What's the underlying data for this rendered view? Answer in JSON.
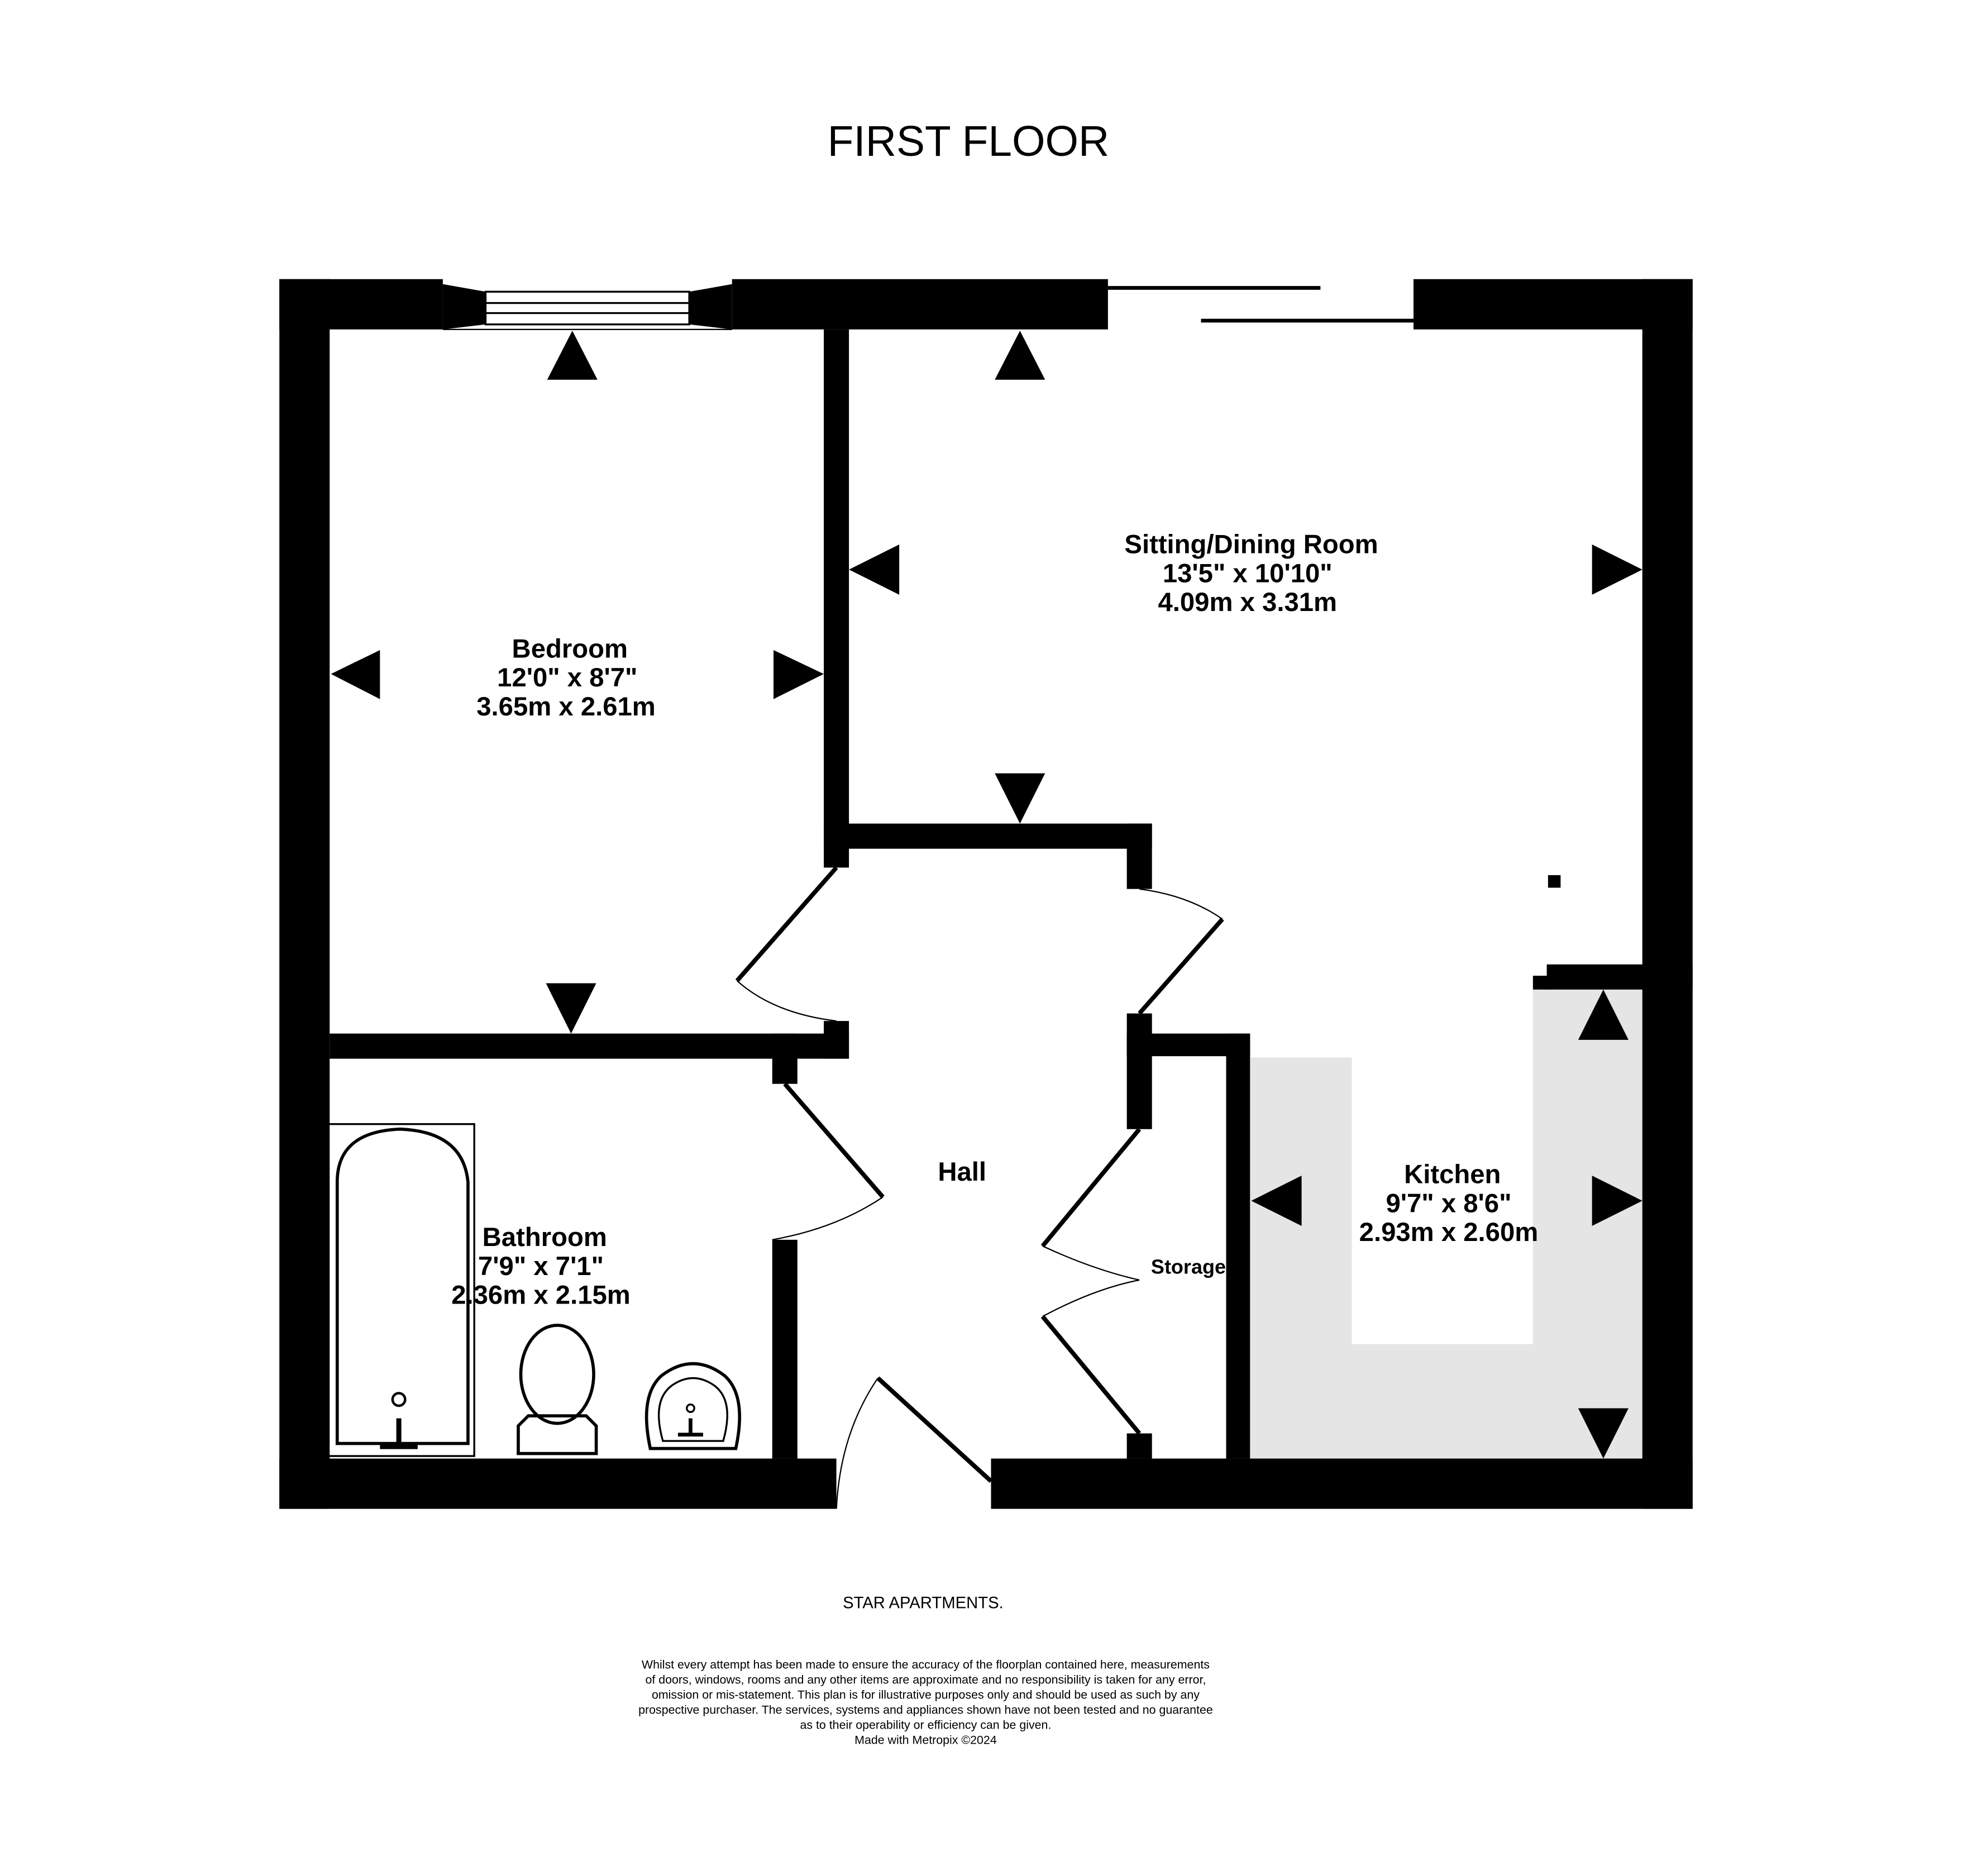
{
  "title": "FIRST FLOOR",
  "rooms": {
    "bedroom": {
      "name": "Bedroom",
      "imperial": "12'0\"  x 8'7\"",
      "metric": "3.65m  x 2.61m"
    },
    "sitting": {
      "name": "Sitting/Dining Room",
      "imperial": "13'5\"  x 10'10\"",
      "metric": "4.09m  x 3.31m"
    },
    "hall": {
      "name": "Hall"
    },
    "storage": {
      "name": "Storage"
    },
    "kitchen": {
      "name": "Kitchen",
      "imperial": "9'7\"  x 8'6\"",
      "metric": "2.93m  x 2.60m"
    },
    "bathroom": {
      "name": "Bathroom",
      "imperial": "7'9\"  x 7'1\"",
      "metric": "2.36m  x 2.15m"
    }
  },
  "footer": {
    "property": "STAR APARTMENTS.",
    "disclaimer": [
      "Whilst every attempt has been made to ensure the accuracy of the floorplan contained here, measurements",
      "of doors, windows, rooms and any other items are approximate and no responsibility is taken for any error,",
      "omission or mis-statement. This plan is for illustrative purposes only and should be used as such by any",
      "prospective purchaser. The services, systems and appliances shown have not been tested and no guarantee",
      "as to their operability or efficiency can be given."
    ],
    "credit": "Made with Metropix ©2024"
  },
  "colors": {
    "wall": "#000000",
    "kitchen_floor": "#e5e5e5",
    "background": "#ffffff"
  }
}
